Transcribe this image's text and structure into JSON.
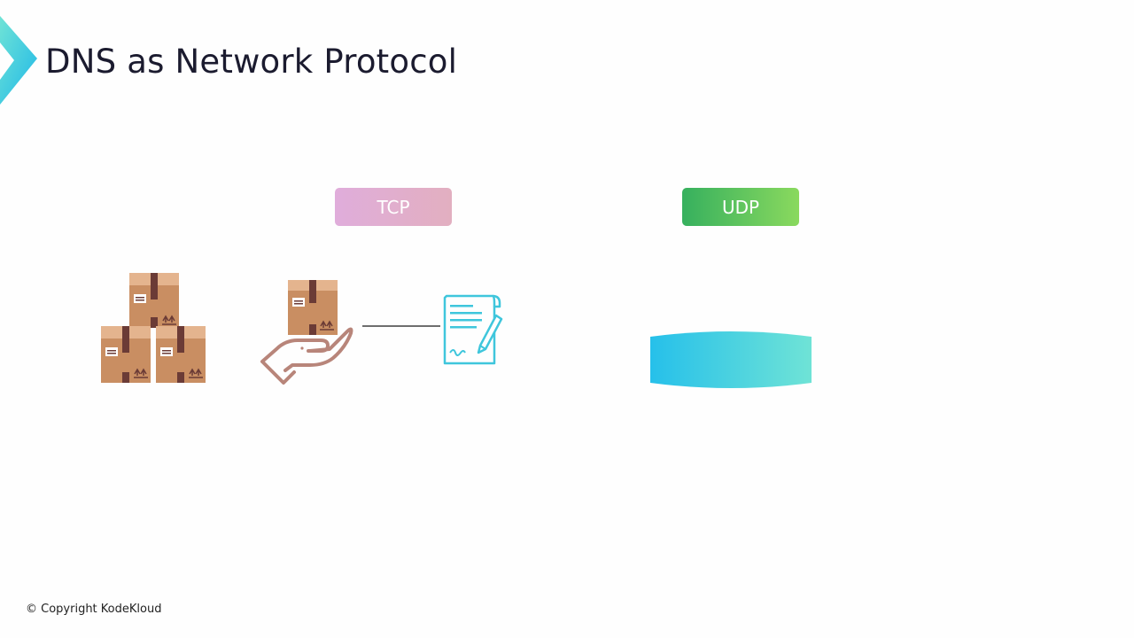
{
  "slide": {
    "title": "DNS as Network Protocol",
    "copyright": "© Copyright KodeKloud"
  },
  "protocols": {
    "tcp_label": "TCP",
    "udp_label": "UDP"
  },
  "icons": {
    "boxes": "stacked-boxes-icon",
    "hand": "hand-holding-box-icon",
    "document": "signed-document-icon",
    "disc": "gradient-disc-shape"
  },
  "colors": {
    "title": "#1b1b2f",
    "tcp_gradient": [
      "#e0addb",
      "#e2afc0"
    ],
    "udp_gradient": [
      "#36b05e",
      "#8ad95e"
    ],
    "box_brown": "#c98e62",
    "accent_cyan": "#3fc6dc"
  }
}
